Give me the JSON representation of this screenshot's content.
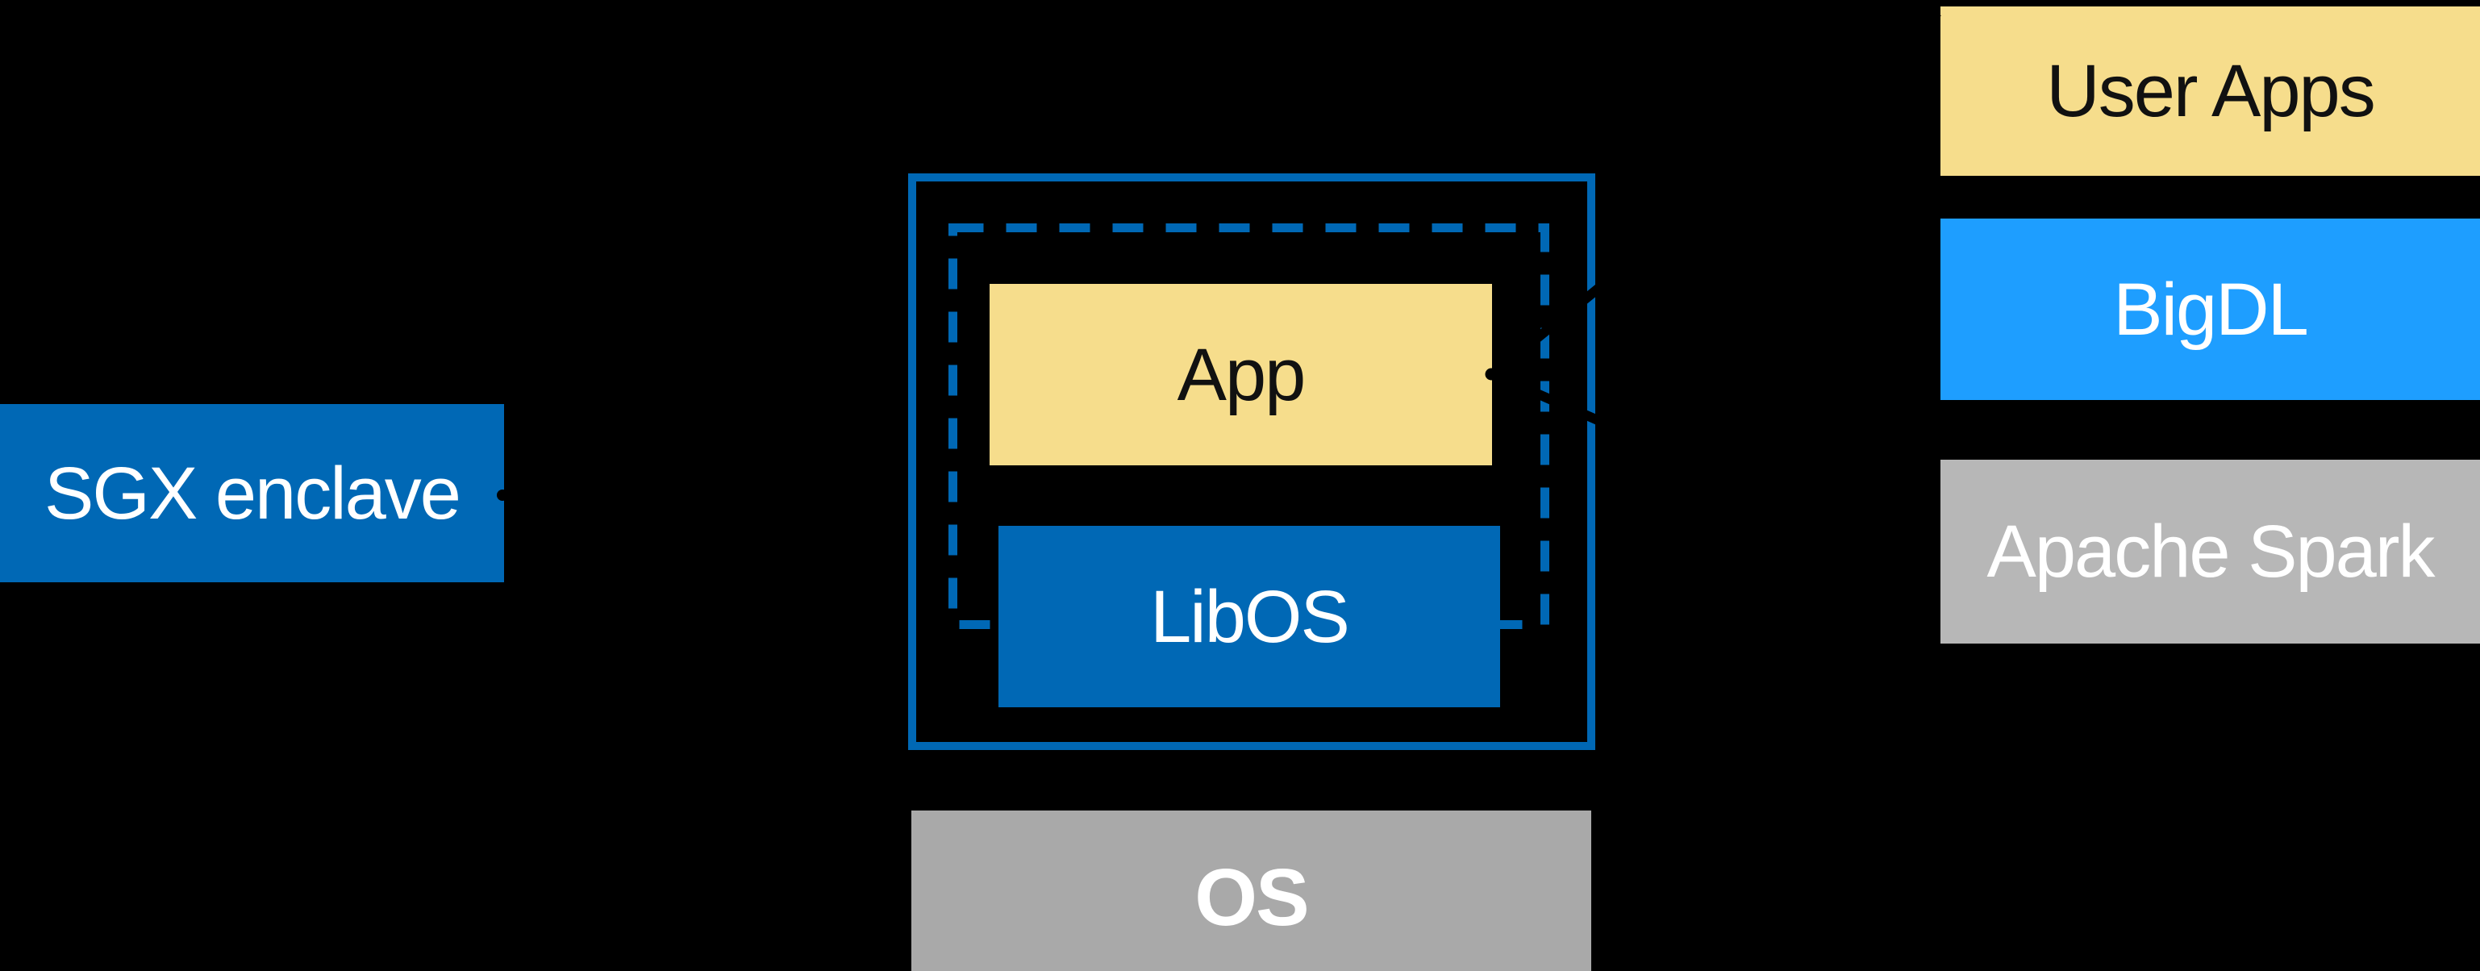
{
  "colors": {
    "background": "#000000",
    "intel_blue": "#0068B5",
    "bigdl_blue": "#1E9EFF",
    "app_yellow": "#F6DD8C",
    "spark_gray": "#B7B7B7",
    "os_gray": "#A9A9A9",
    "arrow_black": "#000000",
    "white_text": "#FFFFFF",
    "dark_text": "#111111"
  },
  "diagram": {
    "sgx_box": {
      "label": "SGX enclave"
    },
    "enclave_group": {
      "app_box": {
        "label": "App"
      },
      "libos_box": {
        "label": "LibOS"
      }
    },
    "os_box": {
      "label": "OS"
    },
    "software_stack": {
      "items": [
        {
          "label": "User Apps"
        },
        {
          "label": "BigDL"
        },
        {
          "label": "Apache Spark"
        }
      ]
    }
  }
}
